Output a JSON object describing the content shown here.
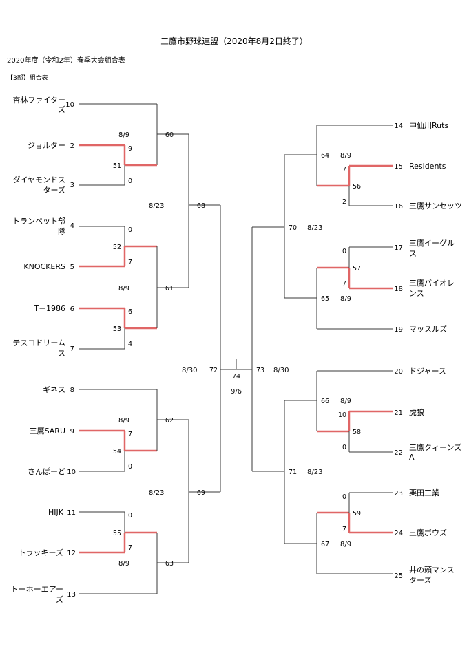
{
  "header": {
    "title": "三鷹市野球連盟（2020年8月2日終了）",
    "subtitle": "2020年度（令和2年）春季大会組合表",
    "section": "【3部】組合表"
  },
  "colors": {
    "win_line": "#e06666",
    "line": "#3a3a3a"
  },
  "teams_left": [
    {
      "seed": "10",
      "name": [
        "杏林ファイター",
        "ズ"
      ]
    },
    {
      "seed": "2",
      "name": [
        "ジョルター"
      ]
    },
    {
      "seed": "3",
      "name": [
        "ダイヤモンドス",
        "ターズ"
      ]
    },
    {
      "seed": "4",
      "name": [
        "トランペット部",
        "隊"
      ]
    },
    {
      "seed": "5",
      "name": [
        "KNOCKERS"
      ]
    },
    {
      "seed": "6",
      "name": [
        "T－1986"
      ]
    },
    {
      "seed": "7",
      "name": [
        "テスコドリーム",
        "ス"
      ]
    },
    {
      "seed": "8",
      "name": [
        "ギネス"
      ]
    },
    {
      "seed": "9",
      "name": [
        "三鷹SARU"
      ]
    },
    {
      "seed": "10",
      "name": [
        "さんぱーど"
      ]
    },
    {
      "seed": "11",
      "name": [
        "HIJK"
      ]
    },
    {
      "seed": "12",
      "name": [
        "トラッキーズ"
      ]
    },
    {
      "seed": "13",
      "name": [
        "トーホーエアー",
        "ズ"
      ]
    }
  ],
  "teams_right": [
    {
      "seed": "14",
      "name": [
        "中仙川Ruts"
      ]
    },
    {
      "seed": "15",
      "name": [
        "Residents"
      ]
    },
    {
      "seed": "16",
      "name": [
        "三鷹サンセッツ"
      ]
    },
    {
      "seed": "17",
      "name": [
        "三鷹イーグル",
        "ス"
      ]
    },
    {
      "seed": "18",
      "name": [
        "三鷹バイオレ",
        "ンス"
      ]
    },
    {
      "seed": "19",
      "name": [
        "マッスルズ"
      ]
    },
    {
      "seed": "20",
      "name": [
        "ドジャース"
      ]
    },
    {
      "seed": "21",
      "name": [
        "虎狼"
      ]
    },
    {
      "seed": "22",
      "name": [
        "三鷹クィーンズ",
        "A"
      ]
    },
    {
      "seed": "23",
      "name": [
        "栗田工業"
      ]
    },
    {
      "seed": "24",
      "name": [
        "三鷹ボウズ"
      ]
    },
    {
      "seed": "25",
      "name": [
        "井の頭マンス",
        "ターズ"
      ]
    }
  ],
  "match_numbers": [
    "51",
    "52",
    "53",
    "54",
    "55",
    "56",
    "57",
    "58",
    "59",
    "60",
    "61",
    "62",
    "63",
    "64",
    "65",
    "66",
    "67",
    "68",
    "69",
    "70",
    "71",
    "72",
    "73",
    "74"
  ],
  "scores": {
    "m51": [
      "9",
      "0"
    ],
    "m52": [
      "0",
      "7"
    ],
    "m53": [
      "6",
      "4"
    ],
    "m54": [
      "7",
      "0"
    ],
    "m55": [
      "0",
      "7"
    ],
    "m56": [
      "7",
      "2"
    ],
    "m57": [
      "0",
      "7"
    ],
    "m58": [
      "10",
      "0"
    ],
    "m59": [
      "0",
      "7"
    ]
  },
  "dates": {
    "m51": "8/9",
    "m61": "8/9",
    "m62": "8/9",
    "m63": "8/9",
    "m64": "8/9",
    "m65": "8/9",
    "m66": "8/9",
    "m67": "8/9",
    "m68": "8/23",
    "m69": "8/23",
    "m70": "8/23",
    "m71": "8/23",
    "m72": "8/30",
    "m73": "8/30",
    "m74": "9/6"
  }
}
